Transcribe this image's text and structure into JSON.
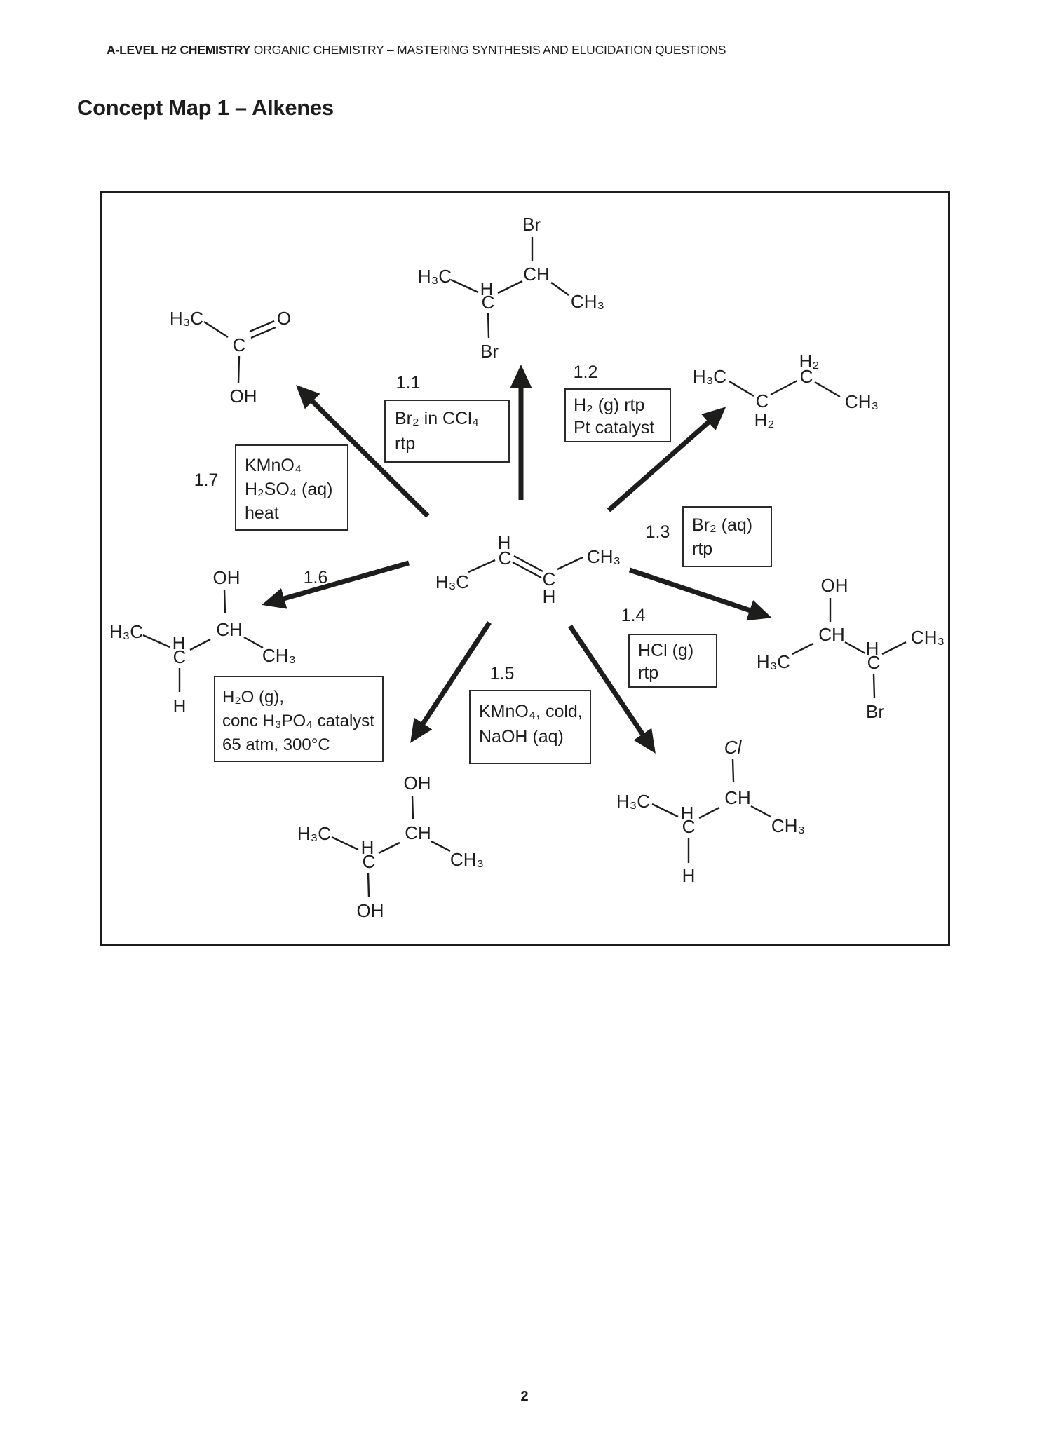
{
  "header": {
    "course": "A-LEVEL H2 CHEMISTRY",
    "subtitle": "ORGANIC CHEMISTRY – MASTERING SYNTHESIS AND ELUCIDATION QUESTIONS"
  },
  "title": "Concept Map 1 – Alkenes",
  "page_number": "2",
  "colors": {
    "ink": "#1d1d1b",
    "paper": "#ffffff"
  },
  "concept_map": {
    "step_labels": {
      "s1": "1.1",
      "s2": "1.2",
      "s3": "1.3",
      "s4": "1.4",
      "s5": "1.5",
      "s6": "1.6",
      "s7": "1.7"
    },
    "condition_boxes": {
      "b1_1": {
        "lines": [
          "Br₂ in CCl₄",
          "rtp"
        ]
      },
      "b1_2": {
        "lines": [
          "H₂ (g) rtp",
          "Pt catalyst"
        ]
      },
      "b1_3": {
        "lines": [
          "Br₂ (aq)",
          "rtp"
        ]
      },
      "b1_4": {
        "lines": [
          "HCl (g)",
          "rtp"
        ]
      },
      "b1_5": {
        "lines": [
          "KMnO₄, cold,",
          "NaOH (aq)"
        ]
      },
      "b1_6": {
        "lines": [
          "H₂O (g),",
          "conc H₃PO₄ catalyst",
          "65 atm, 300°C"
        ]
      },
      "b1_7": {
        "lines": [
          "KMnO₄",
          "H₂SO₄ (aq)",
          "heat"
        ]
      }
    },
    "molecules": {
      "central_alkene": {
        "h3c": "H₃C",
        "h_top": "H",
        "c1": "C",
        "c2": "C",
        "h_bottom": "H",
        "ch3": "CH₃"
      },
      "dibromobutane": {
        "br_top": "Br",
        "ch": "CH",
        "ch3": "CH₃",
        "h": "H",
        "c": "C",
        "h3c": "H₃C",
        "br_bottom": "Br"
      },
      "butane": {
        "h3c": "H₃C",
        "c1": "C",
        "h2_below": "H₂",
        "c2": "C",
        "h2_above": "H₂",
        "ch3": "CH₃"
      },
      "bromobutanol": {
        "oh": "OH",
        "ch": "CH",
        "h3c": "H₃C",
        "h": "H",
        "c": "C",
        "ch3": "CH₃",
        "br": "Br"
      },
      "chlorobutane": {
        "cl": "Cl",
        "ch": "CH",
        "h3c": "H₃C",
        "h_top": "H",
        "c": "C",
        "h_bottom": "H",
        "ch3": "CH₃"
      },
      "butanediol": {
        "oh_top": "OH",
        "ch": "CH",
        "h3c": "H₃C",
        "h": "H",
        "c": "C",
        "oh_bottom": "OH",
        "ch3": "CH₃"
      },
      "butanol": {
        "oh": "OH",
        "ch": "CH",
        "h3c": "H₃C",
        "h_top": "H",
        "c": "C",
        "h_bottom": "H",
        "ch3": "CH₃"
      },
      "ethanoic_acid": {
        "h3c": "H₃C",
        "c": "C",
        "o": "O",
        "oh": "OH"
      }
    }
  }
}
